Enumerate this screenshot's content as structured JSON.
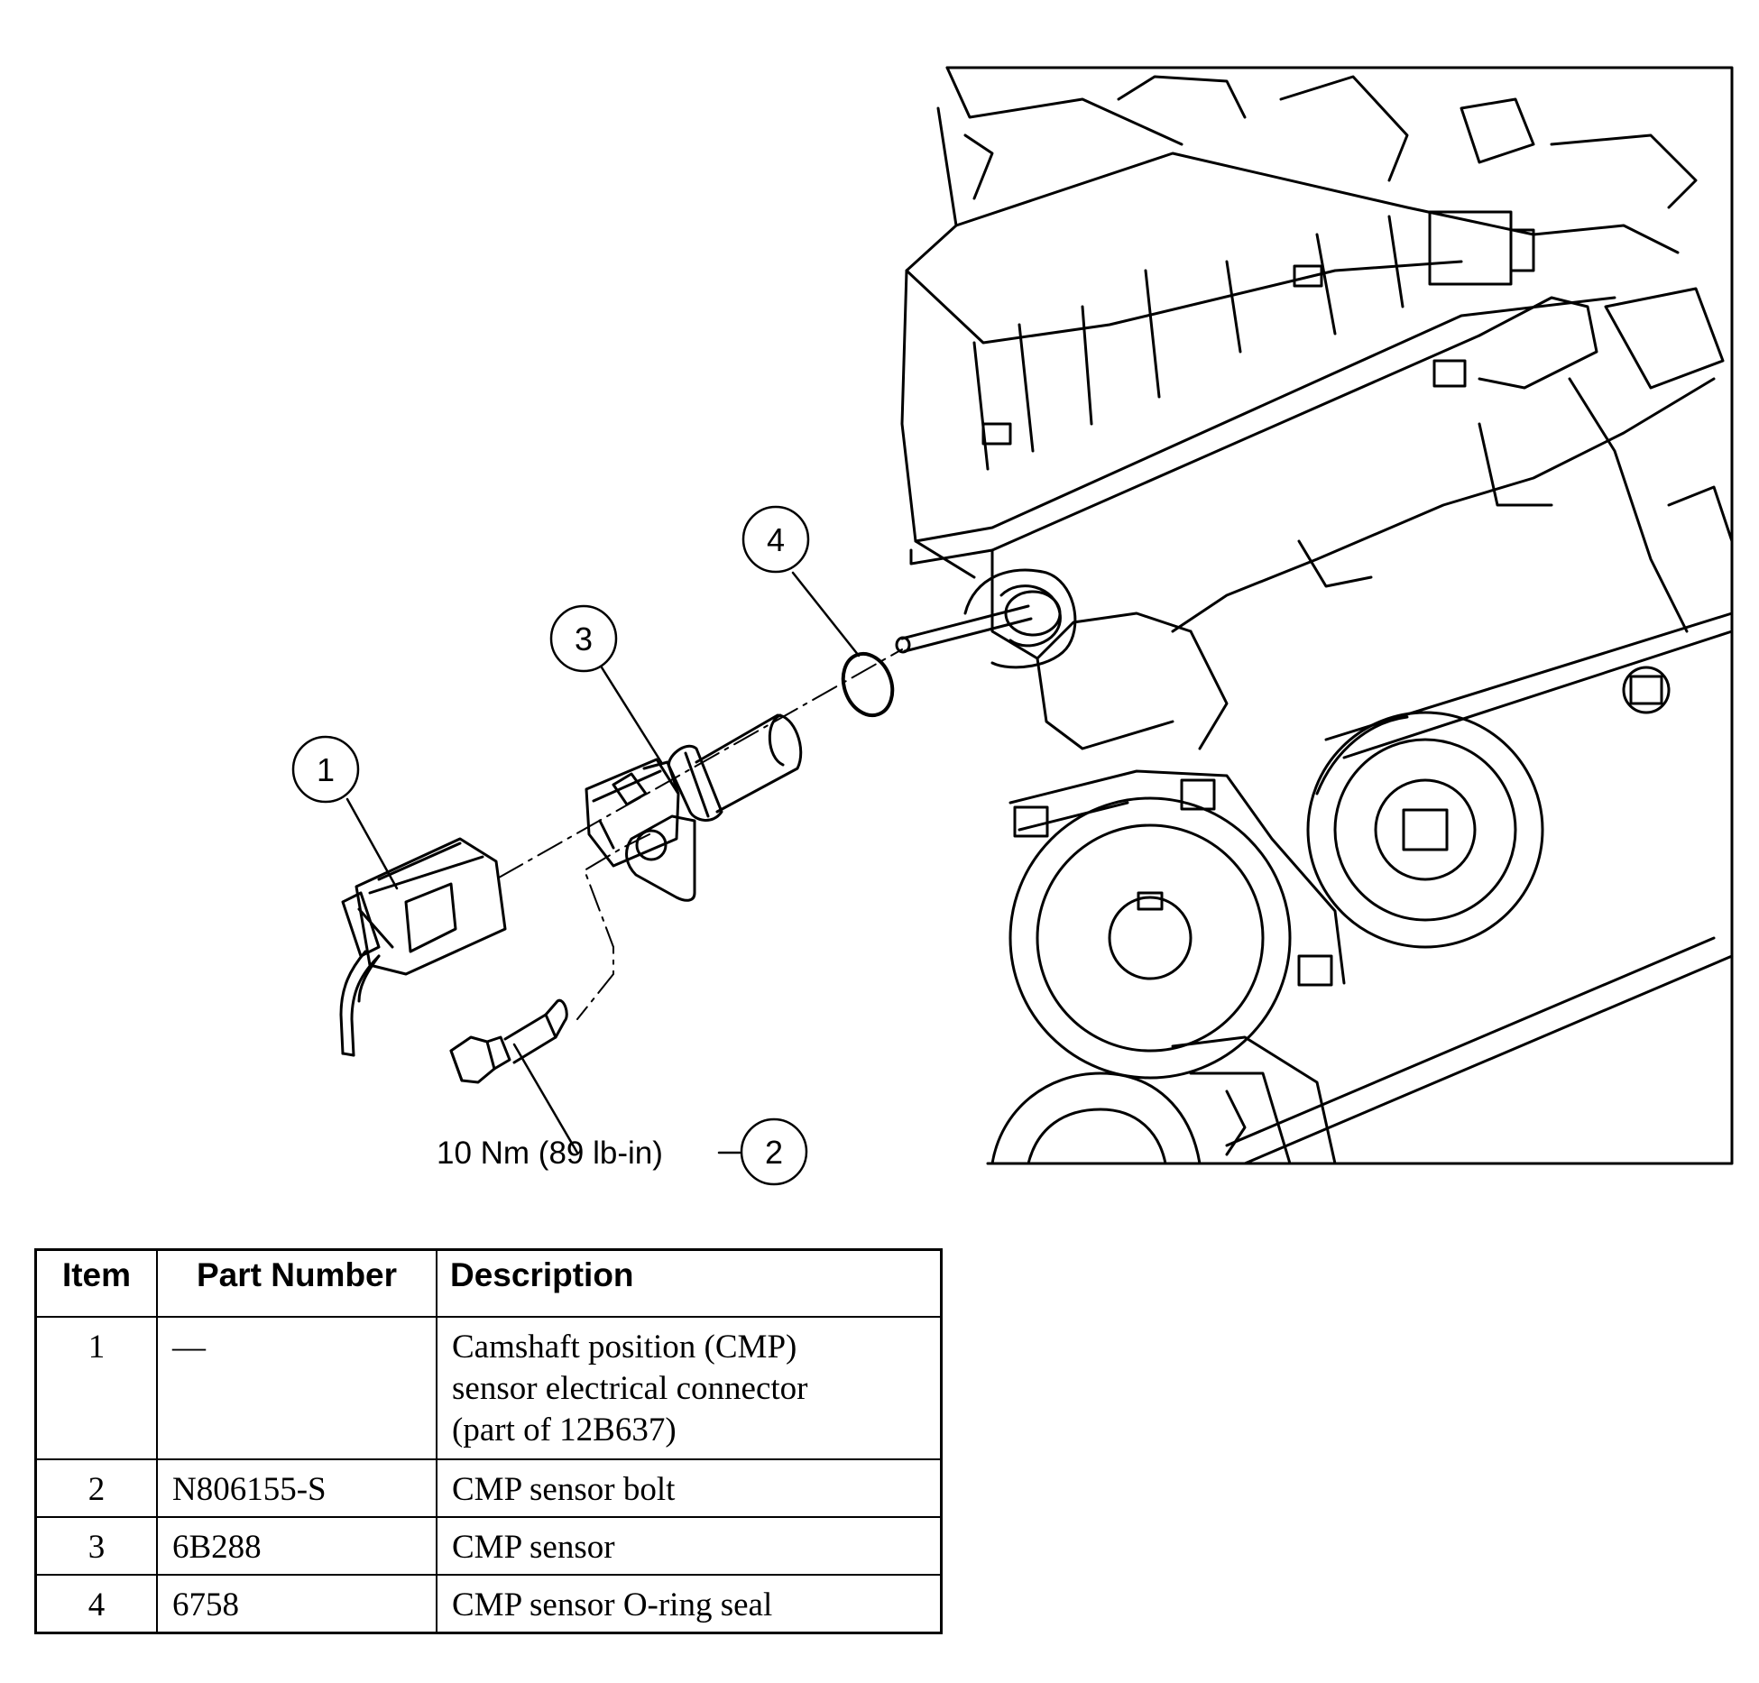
{
  "figure": {
    "id": "N0005789",
    "torque": "10 Nm (89 lb-in)",
    "callouts": [
      "1",
      "2",
      "3",
      "4"
    ]
  },
  "table": {
    "headers": [
      "Item",
      "Part Number",
      "Description"
    ],
    "rows": [
      {
        "item": "1",
        "part": "—",
        "desc": [
          "Camshaft position (CMP)",
          "sensor electrical connector",
          "(part of 12B637)"
        ]
      },
      {
        "item": "2",
        "part": "N806155-S",
        "desc": [
          "CMP sensor bolt"
        ]
      },
      {
        "item": "3",
        "part": "6B288",
        "desc": [
          "CMP sensor"
        ]
      },
      {
        "item": "4",
        "part": "6758",
        "desc": [
          "CMP sensor O-ring seal"
        ]
      }
    ]
  }
}
